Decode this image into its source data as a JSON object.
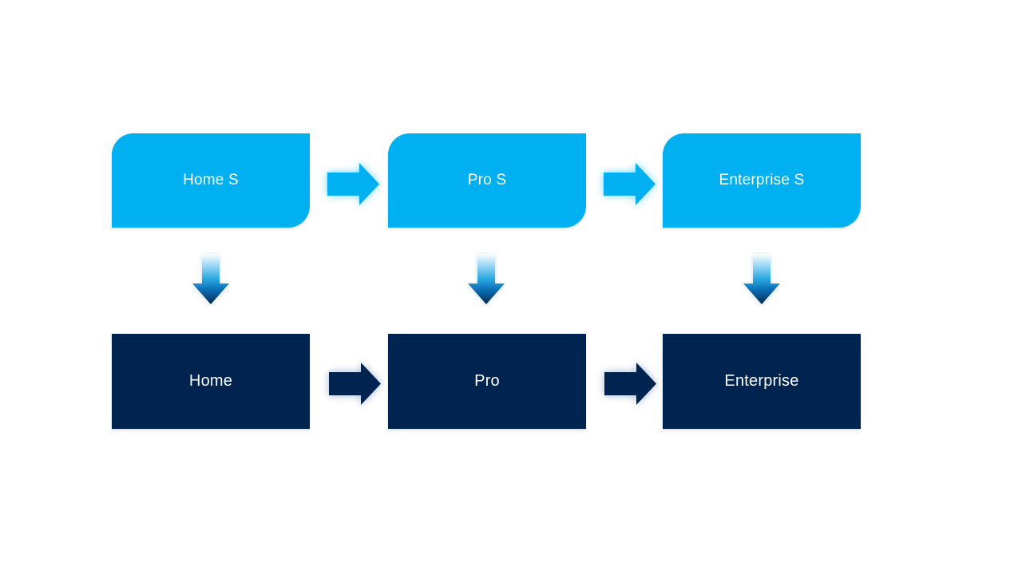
{
  "slide": {
    "columns": [
      {
        "top_label": "Home S",
        "bottom_label": "Home"
      },
      {
        "top_label": "Pro S",
        "bottom_label": "Pro"
      },
      {
        "top_label": "Enterprise S",
        "bottom_label": "Enterprise"
      }
    ],
    "colors": {
      "top_box": "#00b0f0",
      "bottom_box": "#00234f",
      "box_text": "#ffffff",
      "arrow_light": "#00b0f0",
      "arrow_dark": "#00234f",
      "v_top": "#ffffff",
      "v_light": "#9fd9f6",
      "v_mid": "#28a8e0",
      "v_deep": "#0b6cb4",
      "v_bottom": "#04294f"
    },
    "icons": {
      "horizontal_arrow": "right-arrow-icon",
      "vertical_arrow": "down-arrow-icon"
    }
  }
}
